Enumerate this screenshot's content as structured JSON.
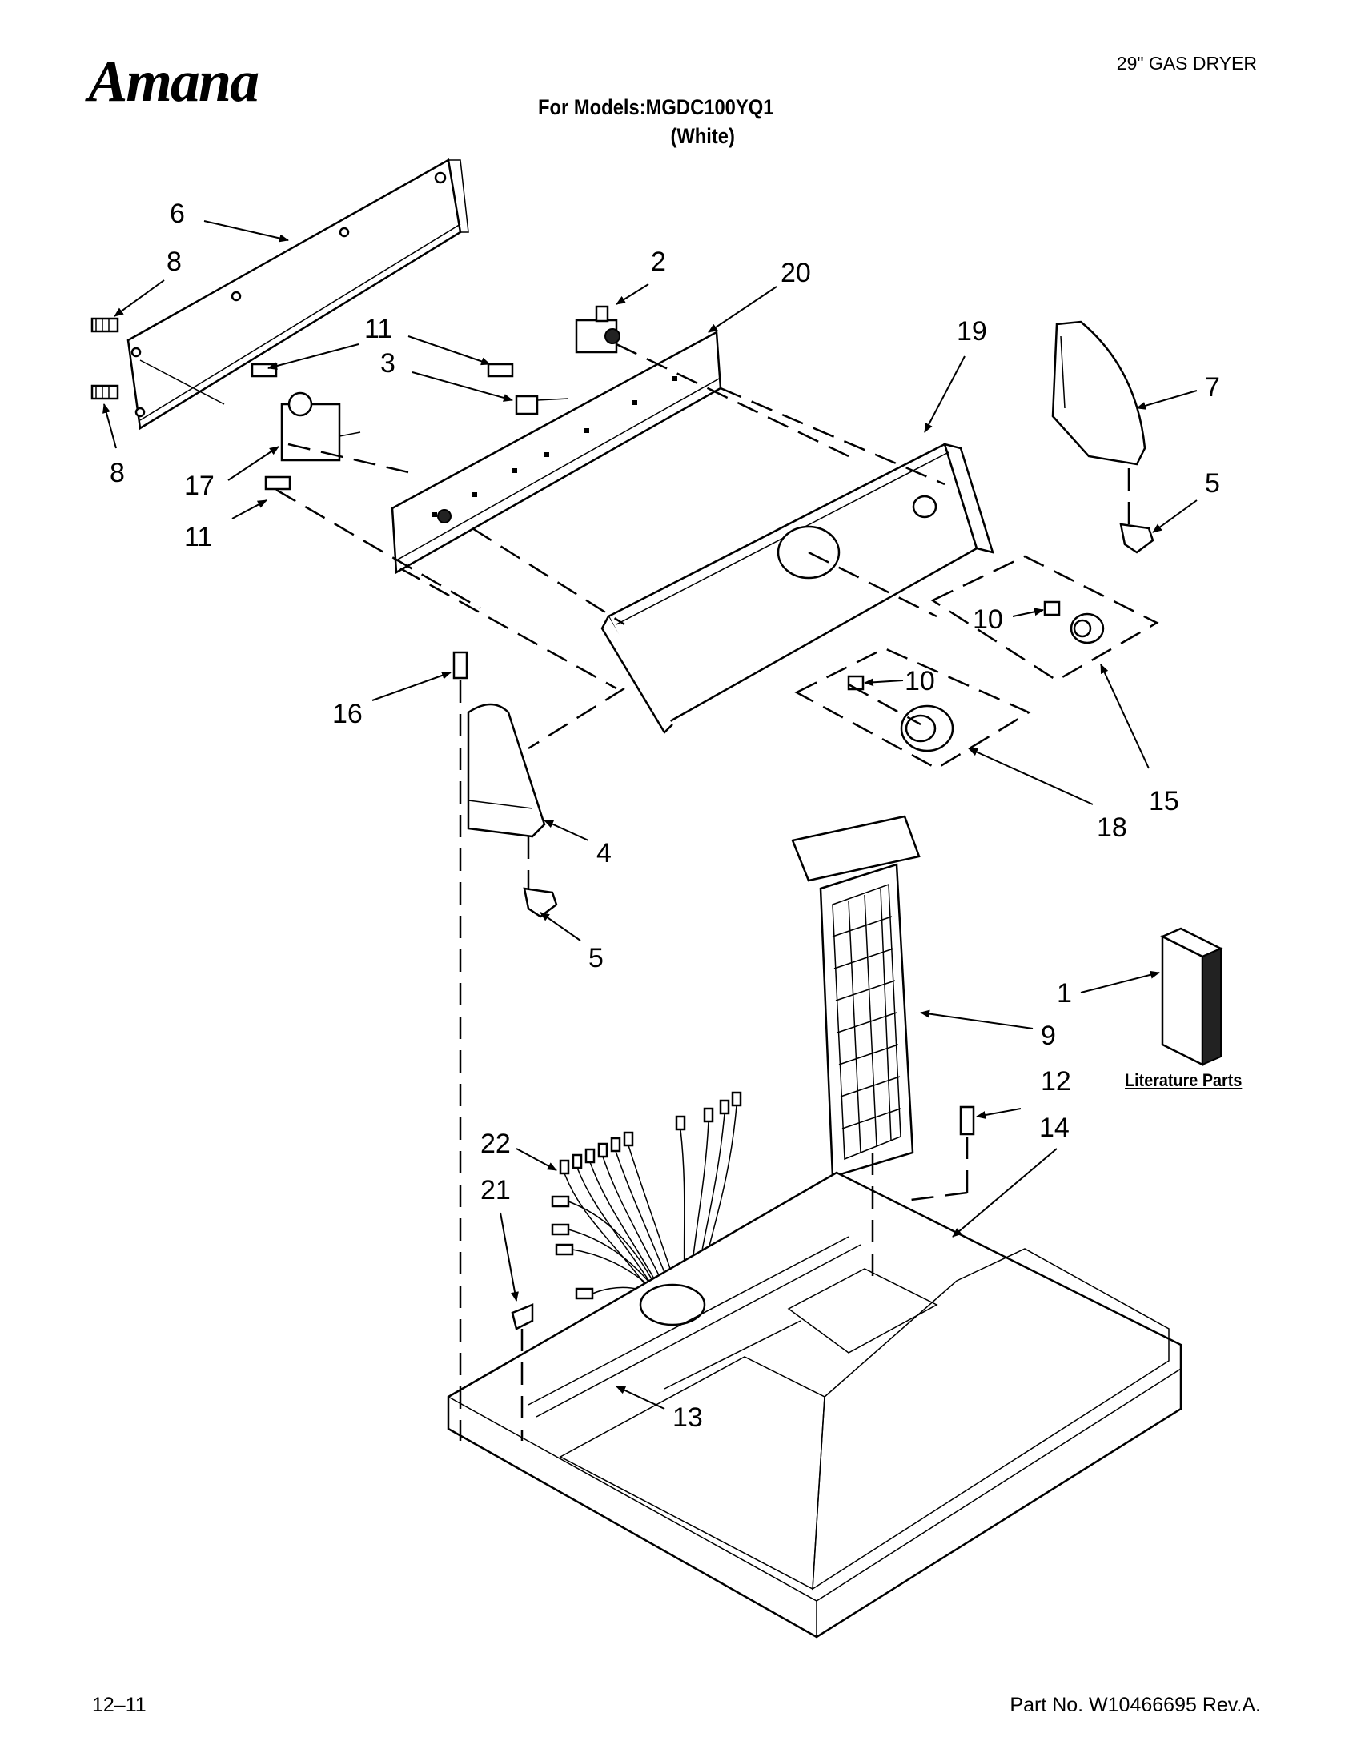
{
  "header": {
    "brand": "Amana",
    "doc_type": "29\" GAS DRYER",
    "models_prefix": "For Models:MGDC100YQ1",
    "color_variant": "(White)"
  },
  "literature_label": "Literature Parts",
  "footer": {
    "date": "12–11",
    "part_number": "Part No. W10466695 Rev.A."
  },
  "callouts": [
    {
      "id": "c6",
      "text": "6"
    },
    {
      "id": "c8a",
      "text": "8"
    },
    {
      "id": "c8b",
      "text": "8"
    },
    {
      "id": "c11a",
      "text": "11"
    },
    {
      "id": "c11b",
      "text": "11"
    },
    {
      "id": "c3",
      "text": "3"
    },
    {
      "id": "c2",
      "text": "2"
    },
    {
      "id": "c20",
      "text": "20"
    },
    {
      "id": "c19",
      "text": "19"
    },
    {
      "id": "c7",
      "text": "7"
    },
    {
      "id": "c5a",
      "text": "5"
    },
    {
      "id": "c17",
      "text": "17"
    },
    {
      "id": "c10a",
      "text": "10"
    },
    {
      "id": "c10b",
      "text": "10"
    },
    {
      "id": "c16",
      "text": "16"
    },
    {
      "id": "c15",
      "text": "15"
    },
    {
      "id": "c18",
      "text": "18"
    },
    {
      "id": "c4",
      "text": "4"
    },
    {
      "id": "c5b",
      "text": "5"
    },
    {
      "id": "c1",
      "text": "1"
    },
    {
      "id": "c9",
      "text": "9"
    },
    {
      "id": "c12",
      "text": "12"
    },
    {
      "id": "c14",
      "text": "14"
    },
    {
      "id": "c22",
      "text": "22"
    },
    {
      "id": "c21",
      "text": "21"
    },
    {
      "id": "c13",
      "text": "13"
    }
  ]
}
